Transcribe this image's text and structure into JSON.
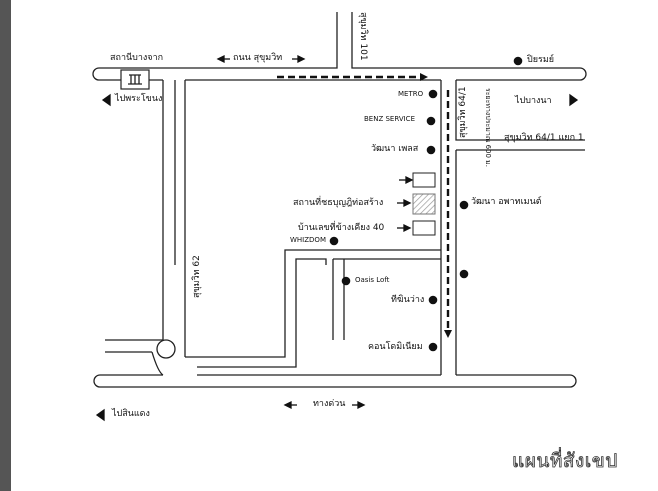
{
  "map_title": "แผนที่สังเขป",
  "landmarks": {
    "intersection": "สถานีบางจาก",
    "thanon_sukhumvit": "ถนน สุขุมวิท",
    "sukhumvit_101": "สุขุมวิท 101",
    "piyarom": "ปิยรมย์",
    "to_phra_khanong": "ไปพระโขนง",
    "to_bang_na": "ไปบางนา",
    "metro": "METRO",
    "benz_service": "BENZ SERVICE",
    "wattana_place": "วัฒนา เพลส",
    "sukhumvit_64_1": "สุขุมวิท 64/1",
    "distance": "ระยะทางประมาณ 600 ม.",
    "sukhumvit_64_1_yaek_1": "สุขุมวิท 64/1 แยก 1",
    "construction_site": "สถานที่ชธบุญฎิท่อสร้าง",
    "wattana_apartment": "วัฒนา อพาทเมนต์",
    "house_40": "บ้านเลขที่ข้างเคียง 40",
    "whizdom": "WHIZDOM",
    "sukhumvit_62": "สุขุมวิท 62",
    "oasis_loft": "Oasis Loft",
    "pathumwong": "ทีฆินว่าง",
    "condominium": "คอนโดมิเนียม",
    "expressway": "ทางด่วน",
    "to_bangna_expressway": "ไปสินแดง"
  },
  "icons": {
    "station": "train-station-icon",
    "arrows": "direction-arrow-icon",
    "landmark_dot": "filled-circle-icon"
  },
  "colors": {
    "road_outline": "#222222",
    "route": "#111111",
    "site_hatch": "#bbbbbb",
    "page_edge": "#555555"
  }
}
